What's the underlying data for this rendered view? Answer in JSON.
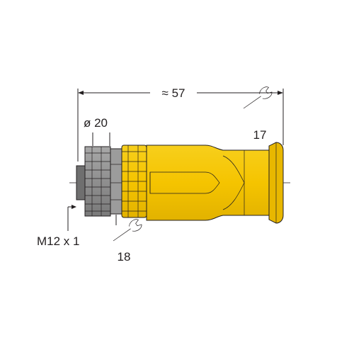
{
  "dimensions": {
    "length_label": "≈ 57",
    "diameter_label": "ø 20",
    "thread_label": "M12 x 1",
    "wrench_nut_label": "18",
    "wrench_body_label": "17"
  },
  "colors": {
    "body_yellow": "#f5c400",
    "body_shadow": "#d9a800",
    "nut_gray": "#8e8e8e",
    "nut_light": "#b9b9b9",
    "nut_dark": "#5d5d5d",
    "line": "#231f20"
  },
  "icons": {
    "wrench": "wrench-icon",
    "arrow": "arrow-icon"
  }
}
